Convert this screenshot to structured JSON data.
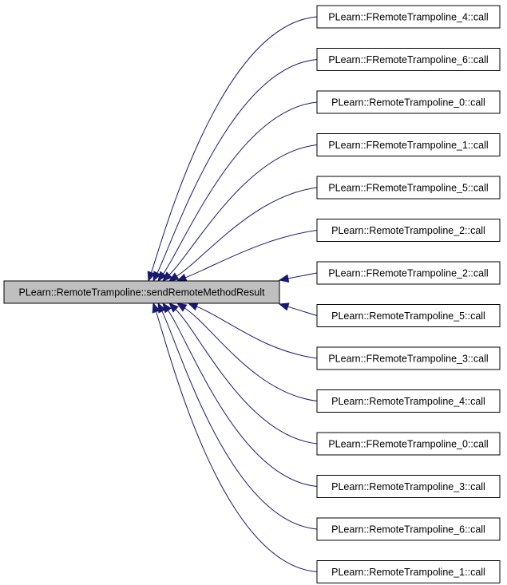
{
  "graph": {
    "target": {
      "label": "PLearn::RemoteTrampoline::sendRemoteMethodResult",
      "fill": "#bfbfbf"
    },
    "callers": [
      "PLearn::FRemoteTrampoline_4::call",
      "PLearn::FRemoteTrampoline_6::call",
      "PLearn::RemoteTrampoline_0::call",
      "PLearn::FRemoteTrampoline_1::call",
      "PLearn::FRemoteTrampoline_5::call",
      "PLearn::RemoteTrampoline_2::call",
      "PLearn::FRemoteTrampoline_2::call",
      "PLearn::RemoteTrampoline_5::call",
      "PLearn::FRemoteTrampoline_3::call",
      "PLearn::RemoteTrampoline_4::call",
      "PLearn::FRemoteTrampoline_0::call",
      "PLearn::RemoteTrampoline_3::call",
      "PLearn::RemoteTrampoline_6::call",
      "PLearn::RemoteTrampoline_1::call"
    ],
    "colors": {
      "edge": "#191970",
      "node_border": "#000000",
      "node_fill": "#ffffff",
      "background": "#ffffff"
    }
  }
}
